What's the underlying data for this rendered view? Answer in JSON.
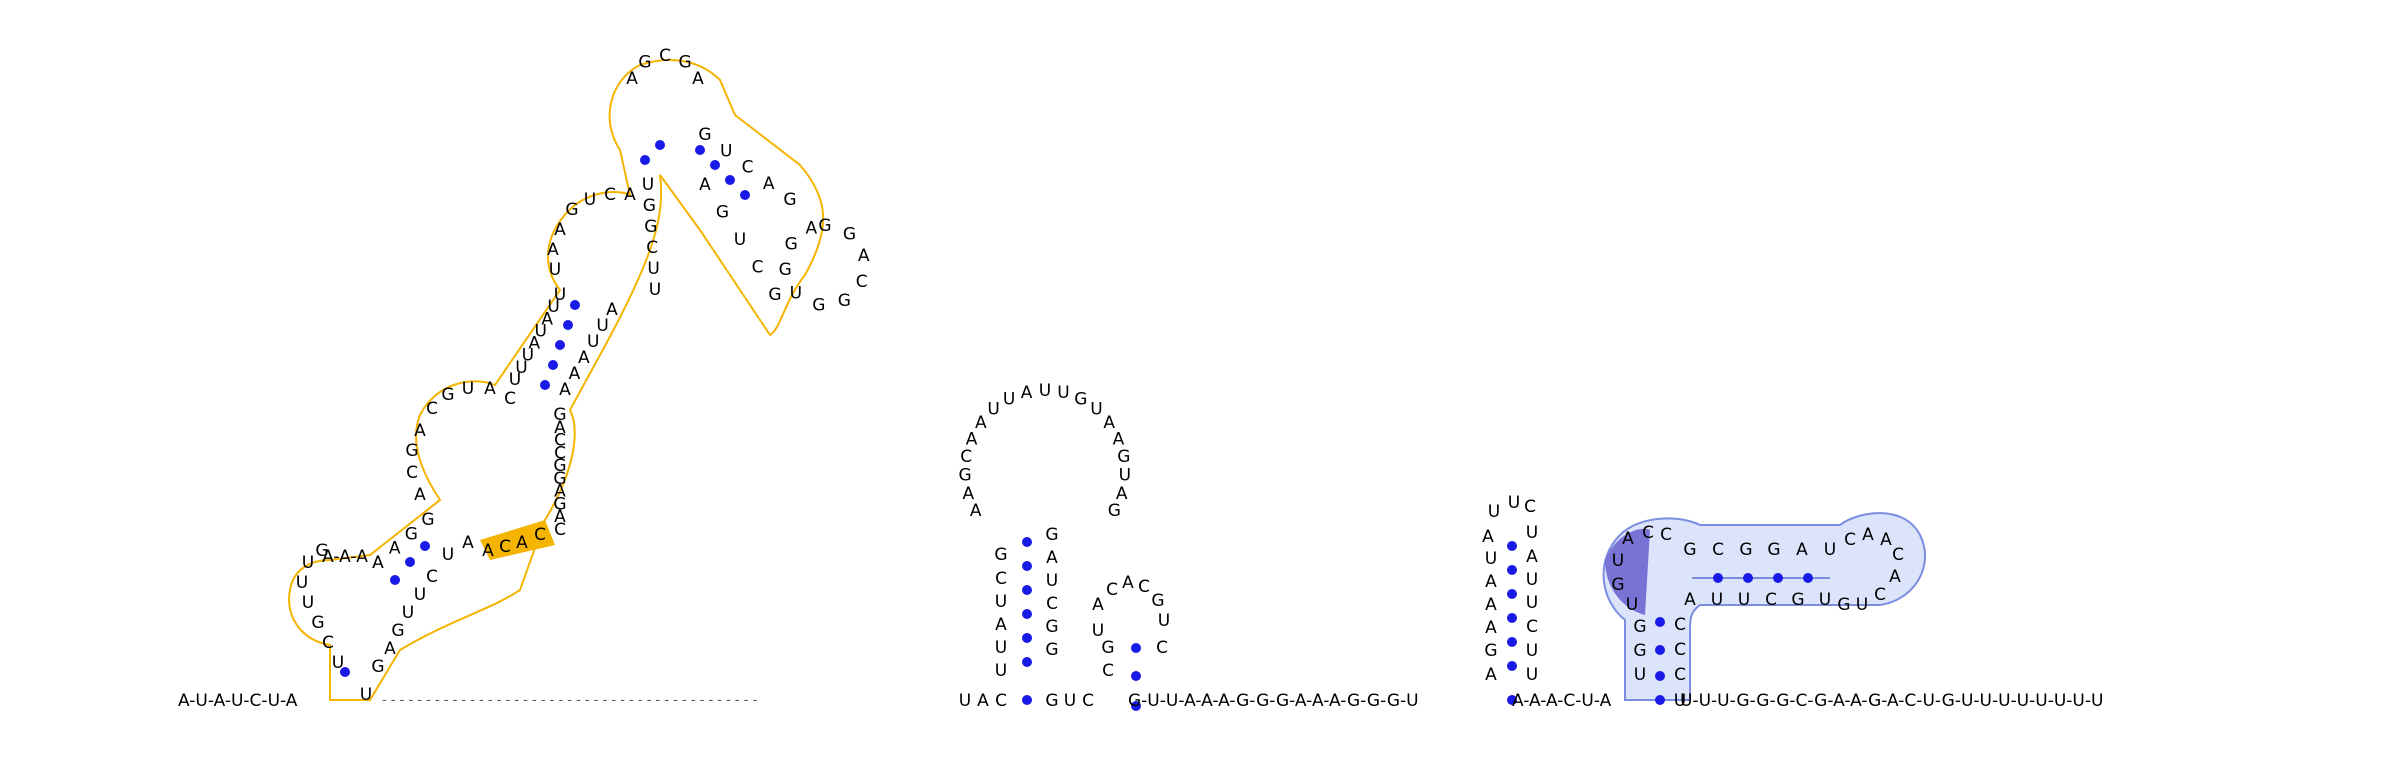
{
  "colors": {
    "background": "#ffffff",
    "base_text": "#000000",
    "backbone": "#9a9a9a",
    "pair_dot": "#1a1ae6",
    "hl_orange": "#f5b400",
    "hl_orange_fill": "#f5b400",
    "hl_blue_stroke": "#7b8de0",
    "hl_blue_fill": "#dbe4fb",
    "hl_purple": "#7a73d6"
  },
  "diagram": {
    "leader": "A-U-A-U-C-U-A",
    "hairpin1": {
      "left_stem": [
        "U",
        "C",
        "G",
        "U",
        "U",
        "U",
        "G"
      ],
      "loop_label": "A-A-A",
      "segments": {
        "s1": [
          "A",
          "A",
          "G",
          "G"
        ],
        "s2": [
          "A",
          "C",
          "G",
          "A",
          "C",
          "G",
          "U",
          "A",
          "C"
        ],
        "s3": [
          "U",
          "U",
          "U",
          "A",
          "U",
          "A",
          "U",
          "U"
        ],
        "s4": [
          "U",
          "A",
          "A",
          "G",
          "U",
          "C",
          "A"
        ],
        "loop_top": [
          "A",
          "G",
          "C",
          "G",
          "A"
        ],
        "arm_out": [
          "G",
          "U",
          "C",
          "A",
          "G"
        ],
        "arm_loop": [
          "G",
          "G",
          "A",
          "C",
          "G",
          "G",
          "U",
          "G",
          "G",
          "A"
        ],
        "arm_back": [
          "G",
          "C",
          "U",
          "G",
          "A"
        ],
        "back1": [
          "U",
          "G",
          "G",
          "C",
          "U",
          "U"
        ],
        "back2": [
          "A",
          "U",
          "U",
          "A",
          "A",
          "A"
        ],
        "back3": [
          "G",
          "A",
          "C",
          "C",
          "G",
          "G",
          "A",
          "G",
          "A",
          "C"
        ],
        "close": [
          "C",
          "A",
          "C",
          "A",
          "A",
          "U",
          "C",
          "U",
          "U",
          "G",
          "A",
          "G",
          "U"
        ]
      }
    },
    "spacer": "- - - - - - - - - - - - - - - - - - - - - - - - - - - - - - - - - - - - - - - - - - -",
    "hairpin2": {
      "left": [
        "U",
        "A",
        "C",
        "U",
        "U",
        "A",
        "U",
        "C",
        "G"
      ],
      "loop": [
        "A",
        "A",
        "G",
        "C",
        "A",
        "A",
        "U",
        "U",
        "A",
        "U",
        "U",
        "G",
        "U",
        "A",
        "A",
        "G",
        "U",
        "A",
        "G"
      ],
      "right": [
        "G",
        "A",
        "U",
        "C",
        "G",
        "G"
      ],
      "after": [
        "G",
        "U",
        "C"
      ]
    },
    "hairpin3": {
      "left": [
        "C",
        "G",
        "U",
        "A"
      ],
      "loop": [
        "C",
        "A",
        "C",
        "G"
      ],
      "right": [
        "U",
        "C"
      ]
    },
    "linker": "G-U-U-A-A-A-G-G-G-A-A-A-G-G-G-U",
    "hairpin4": {
      "left": [
        "A",
        "G",
        "A",
        "A",
        "A",
        "U",
        "A"
      ],
      "loop": [
        "U",
        "U",
        "C"
      ],
      "right": [
        "U",
        "A",
        "U",
        "U",
        "C",
        "U",
        "U"
      ]
    },
    "linker2": "A-A-A-C-U-A",
    "hairpin5": {
      "stem_left": [
        "U",
        "G",
        "G",
        "U",
        "G",
        "U",
        "A",
        "C",
        "C"
      ],
      "upper": [
        "G",
        "C",
        "G",
        "G",
        "A",
        "U"
      ],
      "loop": [
        "C",
        "A",
        "A",
        "C",
        "A",
        "C",
        "U",
        "G"
      ],
      "lower": [
        "U",
        "G",
        "C",
        "U",
        "U",
        "A"
      ],
      "stem_right": [
        "C",
        "C",
        "C",
        "U"
      ]
    },
    "trailer": "U-U-U-G-G-G-C-G-A-A-G-A-C-U-G-U-U-U-U-U-U-U-U"
  }
}
